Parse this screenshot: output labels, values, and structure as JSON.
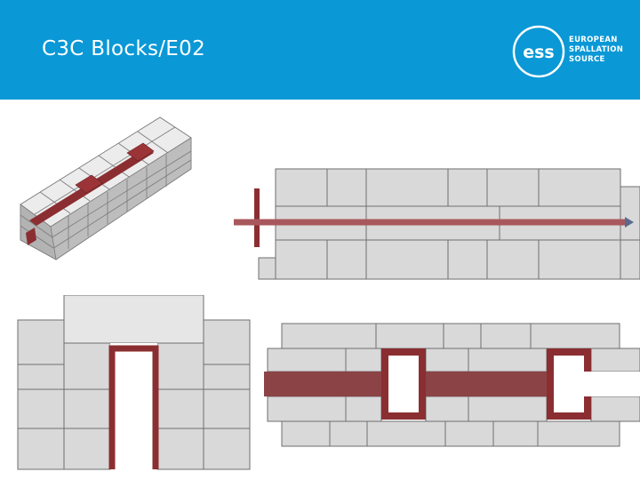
{
  "slide": {
    "title": "C3C Blocks/E02"
  },
  "logo": {
    "mark": "ess",
    "line1": "EUROPEAN",
    "line2": "SPALLATION",
    "line3": "SOURCE"
  },
  "colors": {
    "header": "#0a98d6",
    "block_fill": "#d9d9d9",
    "block_edge": "#6e6e6e",
    "channel": "#8b4346",
    "beam_line": "#a8585c"
  }
}
